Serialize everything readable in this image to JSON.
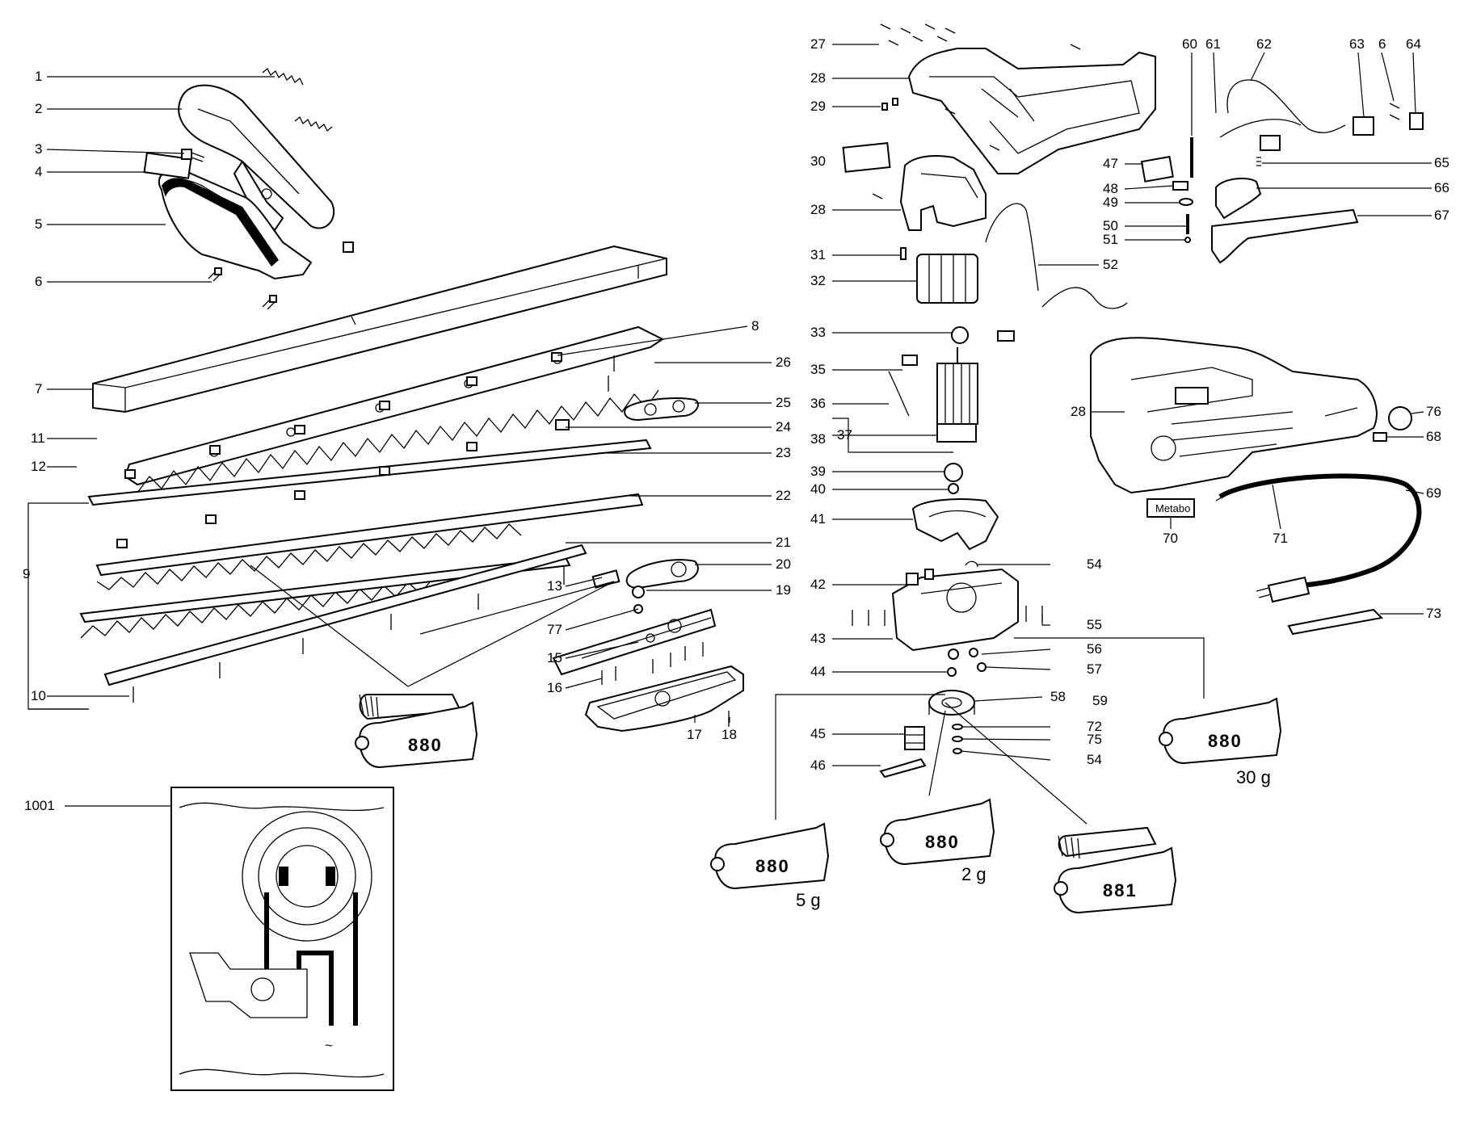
{
  "callouts": [
    {
      "id": "c1",
      "text": "1"
    },
    {
      "id": "c2",
      "text": "2"
    },
    {
      "id": "c3",
      "text": "3"
    },
    {
      "id": "c4",
      "text": "4"
    },
    {
      "id": "c5",
      "text": "5"
    },
    {
      "id": "c6a",
      "text": "6"
    },
    {
      "id": "c7",
      "text": "7"
    },
    {
      "id": "c8",
      "text": "8"
    },
    {
      "id": "c9",
      "text": "9"
    },
    {
      "id": "c10",
      "text": "10"
    },
    {
      "id": "c11",
      "text": "11"
    },
    {
      "id": "c12",
      "text": "12"
    },
    {
      "id": "c13",
      "text": "13"
    },
    {
      "id": "c15",
      "text": "15"
    },
    {
      "id": "c16",
      "text": "16"
    },
    {
      "id": "c17",
      "text": "17"
    },
    {
      "id": "c18",
      "text": "18"
    },
    {
      "id": "c19",
      "text": "19"
    },
    {
      "id": "c20",
      "text": "20"
    },
    {
      "id": "c21",
      "text": "21"
    },
    {
      "id": "c22",
      "text": "22"
    },
    {
      "id": "c23",
      "text": "23"
    },
    {
      "id": "c24",
      "text": "24"
    },
    {
      "id": "c25",
      "text": "25"
    },
    {
      "id": "c26",
      "text": "26"
    },
    {
      "id": "c77",
      "text": "77"
    },
    {
      "id": "c27",
      "text": "27"
    },
    {
      "id": "c28a",
      "text": "28"
    },
    {
      "id": "c29",
      "text": "29"
    },
    {
      "id": "c30",
      "text": "30"
    },
    {
      "id": "c28b",
      "text": "28"
    },
    {
      "id": "c31",
      "text": "31"
    },
    {
      "id": "c32",
      "text": "32"
    },
    {
      "id": "c33",
      "text": "33"
    },
    {
      "id": "c35",
      "text": "35"
    },
    {
      "id": "c36",
      "text": "36"
    },
    {
      "id": "c37",
      "text": "37"
    },
    {
      "id": "c38",
      "text": "38"
    },
    {
      "id": "c39",
      "text": "39"
    },
    {
      "id": "c40",
      "text": "40"
    },
    {
      "id": "c41",
      "text": "41"
    },
    {
      "id": "c42",
      "text": "42"
    },
    {
      "id": "c43",
      "text": "43"
    },
    {
      "id": "c44",
      "text": "44"
    },
    {
      "id": "c45",
      "text": "45"
    },
    {
      "id": "c46",
      "text": "46"
    },
    {
      "id": "c47",
      "text": "47"
    },
    {
      "id": "c48",
      "text": "48"
    },
    {
      "id": "c49",
      "text": "49"
    },
    {
      "id": "c50",
      "text": "50"
    },
    {
      "id": "c51",
      "text": "51"
    },
    {
      "id": "c52",
      "text": "52"
    },
    {
      "id": "c54a",
      "text": "54"
    },
    {
      "id": "c55",
      "text": "55"
    },
    {
      "id": "c56",
      "text": "56"
    },
    {
      "id": "c57",
      "text": "57"
    },
    {
      "id": "c58",
      "text": "58"
    },
    {
      "id": "c59",
      "text": "59"
    },
    {
      "id": "c72",
      "text": "72"
    },
    {
      "id": "c75",
      "text": "75"
    },
    {
      "id": "c54b",
      "text": "54"
    },
    {
      "id": "c60",
      "text": "60"
    },
    {
      "id": "c61",
      "text": "61"
    },
    {
      "id": "c62",
      "text": "62"
    },
    {
      "id": "c63",
      "text": "63"
    },
    {
      "id": "c6b",
      "text": "6"
    },
    {
      "id": "c64",
      "text": "64"
    },
    {
      "id": "c65",
      "text": "65"
    },
    {
      "id": "c66",
      "text": "66"
    },
    {
      "id": "c67",
      "text": "67"
    },
    {
      "id": "c28c",
      "text": "28"
    },
    {
      "id": "c76",
      "text": "76"
    },
    {
      "id": "c68",
      "text": "68"
    },
    {
      "id": "c69",
      "text": "69"
    },
    {
      "id": "c70",
      "text": "70"
    },
    {
      "id": "c71",
      "text": "71"
    },
    {
      "id": "c73",
      "text": "73"
    },
    {
      "id": "c1001",
      "text": "1001"
    }
  ],
  "tubes": [
    {
      "id": "tube-left",
      "code": "880",
      "weight": ""
    },
    {
      "id": "tube-right",
      "code": "880",
      "weight": "30 g"
    },
    {
      "id": "tube-bottom-left",
      "code": "880",
      "weight": "5 g"
    },
    {
      "id": "tube-bottom-mid",
      "code": "880",
      "weight": "2 g"
    },
    {
      "id": "tube-bottom-right",
      "code": "881",
      "weight": ""
    }
  ],
  "logo_text": "Metabo",
  "ac_symbol": "~"
}
